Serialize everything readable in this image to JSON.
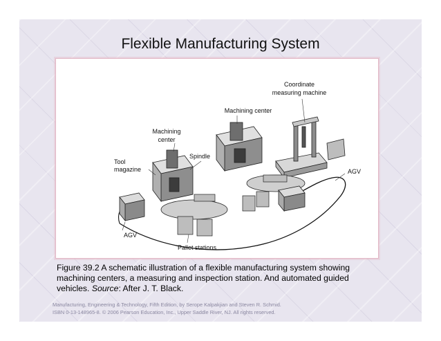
{
  "slide": {
    "title": "Flexible Manufacturing System"
  },
  "figure": {
    "labels": {
      "coordinate_measuring_machine_line1": "Coordinate",
      "coordinate_measuring_machine_line2": "measuring machine",
      "machining_center_top": "Machining center",
      "machining_center_left_line1": "Machining",
      "machining_center_left_line2": "center",
      "spindle": "Spindle",
      "tool_magazine_line1": "Tool",
      "tool_magazine_line2": "magazine",
      "agv_right": "AGV",
      "agv_left": "AGV",
      "pallet_stations": "Pallet stations"
    }
  },
  "caption": {
    "line1": "Figure 39.2  A schematic illustration of a flexible manufacturing system showing",
    "line2": "machining centers, a measuring and inspection station. And automated guided",
    "line3_prefix": "vehicles.  ",
    "line3_source": "Source",
    "line3_suffix": ":  After J. T. Black."
  },
  "credit": {
    "line1": "Manufacturing, Engineering & Technology, Fifth Edition, by Serope Kalpakjian and Steven R. Schmid.",
    "line2": "ISBN 0-13-148965-8. © 2006 Pearson Education, Inc., Upper Saddle River, NJ.  All rights reserved."
  }
}
